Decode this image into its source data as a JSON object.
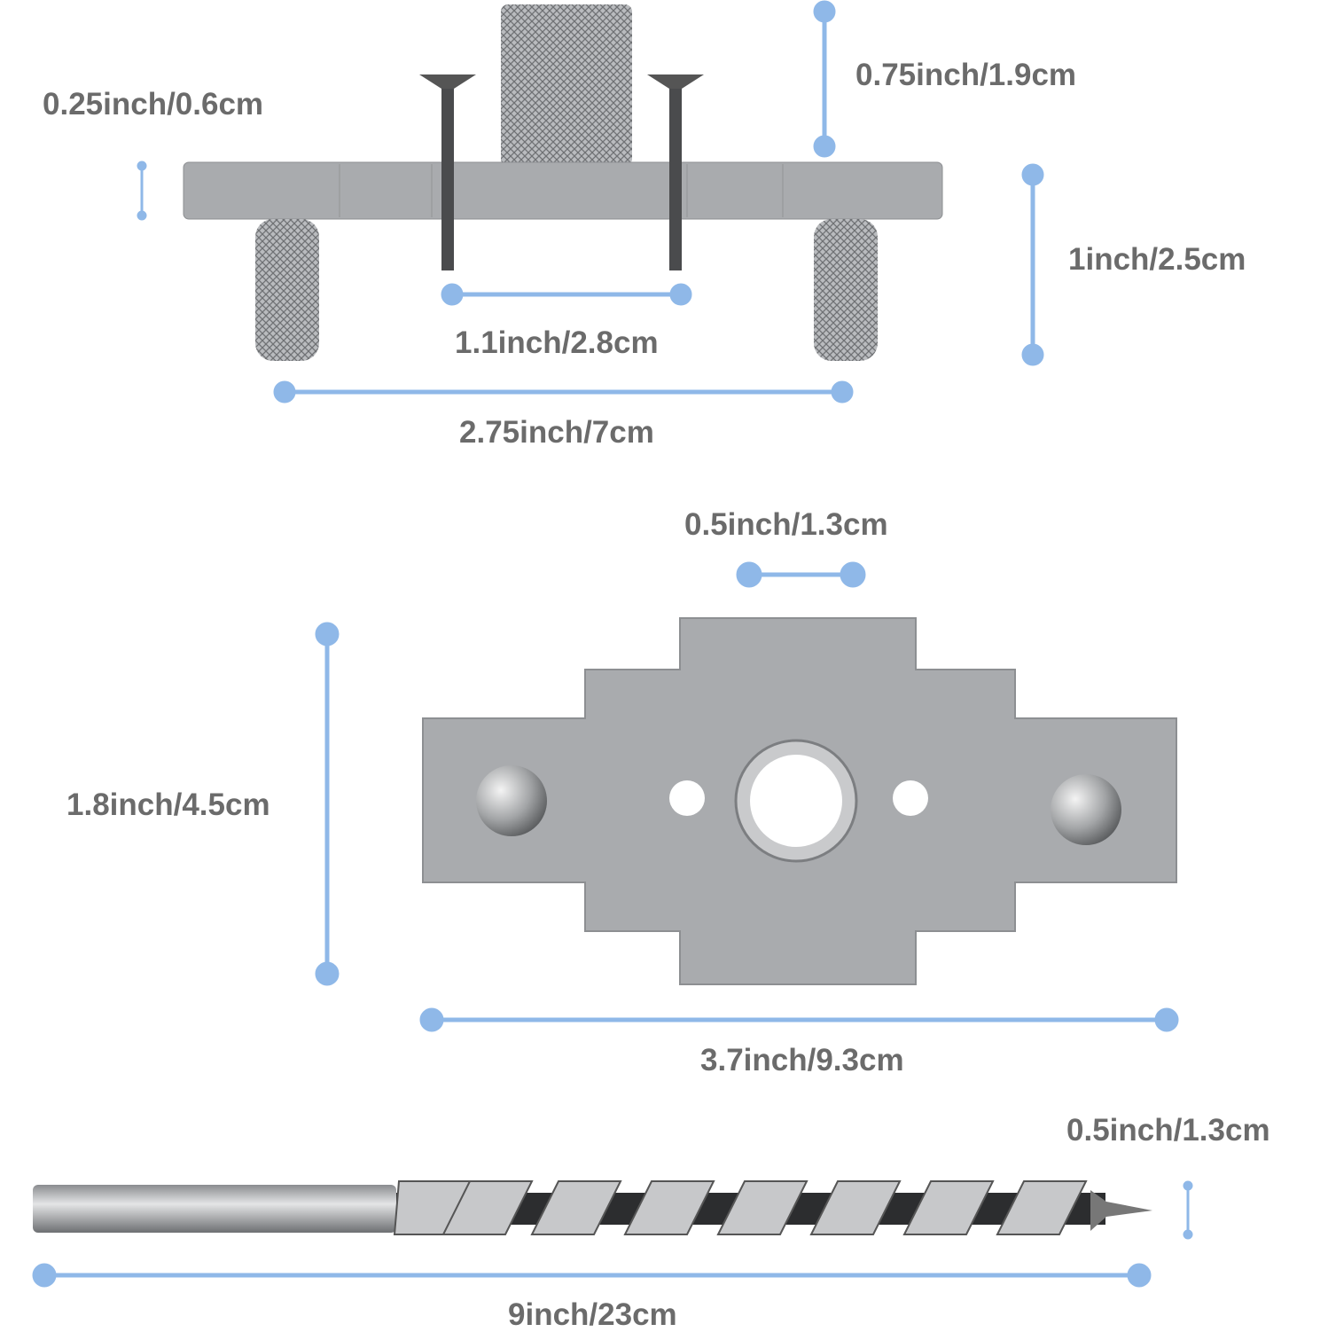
{
  "colors": {
    "dimension_line": "#8fb8e8",
    "label_text": "#6b6b6b",
    "metal": "#a9abae"
  },
  "labels": {
    "plate_thickness": "0.25inch/0.6cm",
    "sleeve_height": "0.75inch/1.9cm",
    "pin_height": "1inch/2.5cm",
    "screw_spacing": "1.1inch/2.8cm",
    "pin_spacing": "2.75inch/7cm",
    "hole_diameter": "0.5inch/1.3cm",
    "plate_height": "1.8inch/4.5cm",
    "plate_width": "3.7inch/9.3cm",
    "bit_diameter": "0.5inch/1.3cm",
    "bit_length": "9inch/23cm"
  }
}
